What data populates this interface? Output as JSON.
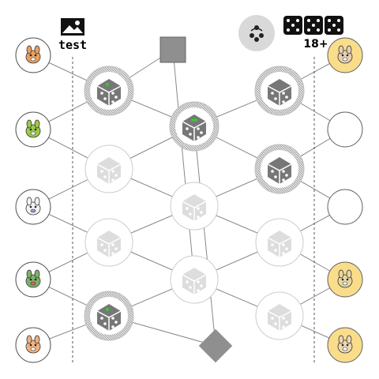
{
  "hud": {
    "left_label": "test",
    "right_label": "18+",
    "mode_icon": "community-dots-icon",
    "image_icon": "image-icon",
    "dice_icon": "dice-icon",
    "dice_count": 3
  },
  "colors": {
    "player_ring": "#555555",
    "avatar_bg": "#ffffff",
    "reward_bg": "#f9dd8a",
    "active_node_ring": "#bdbdbd",
    "active_die": "#777777",
    "faded_die": "#dddddd",
    "pip_green": "#33cc33",
    "connector": "#888888",
    "divider": "#555555",
    "goal_square": "#8f8f8f"
  },
  "players": [
    {
      "id": "dog",
      "icon": "dog-icon"
    },
    {
      "id": "bird",
      "icon": "green-bird-icon"
    },
    {
      "id": "bunny",
      "icon": "bunny-icon"
    },
    {
      "id": "turtle",
      "icon": "turtle-icon"
    },
    {
      "id": "cat",
      "icon": "cat-icon"
    }
  ],
  "rewards": [
    {
      "id": "reward-1",
      "icon": "dog-reward-icon",
      "filled": true
    },
    {
      "id": "reward-2",
      "icon": "",
      "filled": false
    },
    {
      "id": "reward-3",
      "icon": "",
      "filled": false
    },
    {
      "id": "reward-4",
      "icon": "bird-reward-icon",
      "filled": true
    },
    {
      "id": "reward-5",
      "icon": "bunny-reward-icon",
      "filled": true
    }
  ],
  "dice_nodes": [
    {
      "id": "c1-r1",
      "state": "active",
      "pips": 1
    },
    {
      "id": "c1-r2",
      "state": "faded"
    },
    {
      "id": "c1-r3",
      "state": "faded"
    },
    {
      "id": "c1-r4",
      "state": "active",
      "pips": 1
    },
    {
      "id": "c2-r1",
      "state": "active",
      "pips": 2
    },
    {
      "id": "c2-r2",
      "state": "faded"
    },
    {
      "id": "c2-r3",
      "state": "faded"
    },
    {
      "id": "c3-r1",
      "state": "active"
    },
    {
      "id": "c3-r2",
      "state": "active"
    },
    {
      "id": "c3-r3",
      "state": "faded"
    },
    {
      "id": "c3-r4",
      "state": "faded"
    }
  ]
}
